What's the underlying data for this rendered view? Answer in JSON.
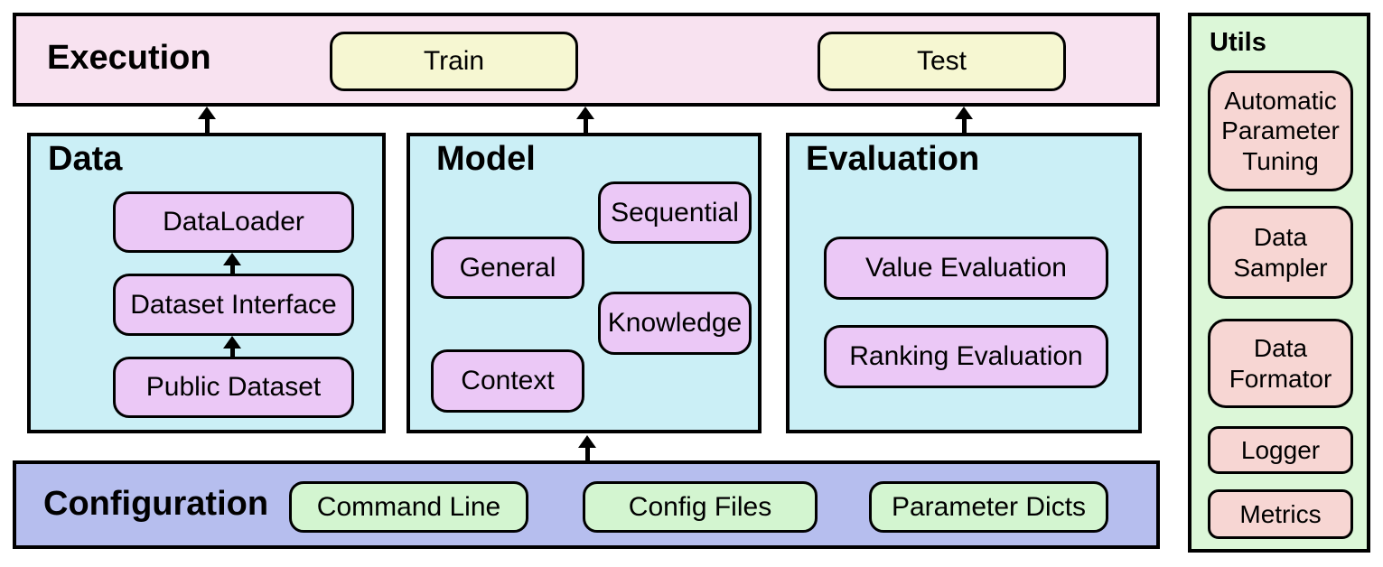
{
  "execution": {
    "label": "Execution",
    "train": "Train",
    "test": "Test"
  },
  "data": {
    "label": "Data",
    "dataloader": "DataLoader",
    "dataset_interface": "Dataset Interface",
    "public_dataset": "Public Dataset"
  },
  "model": {
    "label": "Model",
    "sequential": "Sequential",
    "general": "General",
    "knowledge": "Knowledge",
    "context": "Context"
  },
  "evaluation": {
    "label": "Evaluation",
    "value": "Value Evaluation",
    "ranking": "Ranking Evaluation"
  },
  "configuration": {
    "label": "Configuration",
    "command_line": "Command Line",
    "config_files": "Config Files",
    "parameter_dicts": "Parameter Dicts"
  },
  "utils": {
    "label": "Utils",
    "items": [
      "Automatic Parameter Tuning",
      "Data Sampler",
      "Data Formator",
      "Logger",
      "Metrics"
    ]
  },
  "arrows": [
    "data-to-execution",
    "model-to-execution",
    "evaluation-to-execution",
    "configuration-to-model",
    "public-dataset-to-dataset-interface",
    "dataset-interface-to-dataloader"
  ],
  "colors": {
    "execution_bg": "#f8e2f0",
    "action_button_bg": "#f6f7d2",
    "panel_cyan_bg": "#cbeff6",
    "module_purple_bg": "#ebc8f6",
    "configuration_bg": "#b6beee",
    "config_green_bg": "#d3f5d0",
    "utils_bg": "#dcf7d8",
    "utils_pink_bg": "#f7d6d3",
    "border": "#000000",
    "page_bg": "#ffffff"
  }
}
